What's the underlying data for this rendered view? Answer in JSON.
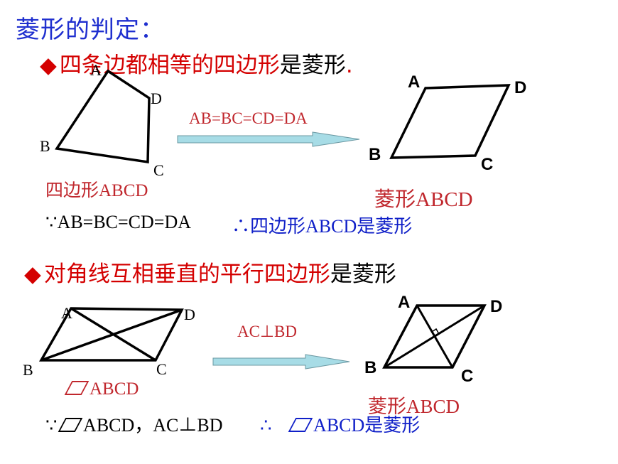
{
  "title": "菱形的判定：",
  "criterion1": {
    "bullet": "◆",
    "text_red": "四条边都相等的四边形",
    "text_black": "是菱形",
    "dot": ".",
    "left_figure": {
      "A": "A",
      "B": "B",
      "C": "C",
      "D": "D",
      "caption": "四边形ABCD"
    },
    "condition": "AB=BC=CD=DA",
    "right_figure": {
      "A": "A",
      "B": "B",
      "C": "C",
      "D": "D",
      "caption": "菱形ABCD"
    },
    "because": "∵AB=BC=CD=DA",
    "therefore": "∴四边形ABCD是菱形"
  },
  "criterion2": {
    "bullet": "◆",
    "text_red": "对角线互相垂直的平行四边形",
    "text_black": "是菱形",
    "left_figure": {
      "A": "A",
      "B": "B",
      "C": "C",
      "D": "D",
      "caption": "ABCD"
    },
    "condition": "AC⊥BD",
    "right_figure": {
      "A": "A",
      "B": "B",
      "C": "C",
      "D": "D",
      "caption": "菱形ABCD"
    },
    "because_symbol": "∵",
    "because_text": "ABCD，AC⊥BD",
    "therefore_symbol": "∴",
    "therefore_text": "ABCD是菱形"
  },
  "colors": {
    "title": "#1f2fcf",
    "red": "#c0272d",
    "blue": "#1020c8",
    "arrow": "#9fd8e4"
  }
}
